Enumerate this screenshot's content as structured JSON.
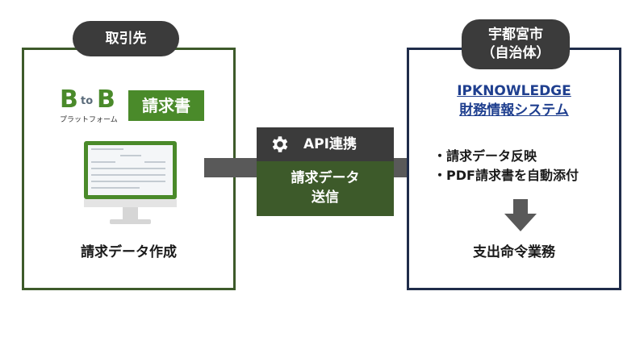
{
  "left_panel": {
    "header": "取引先",
    "logo": {
      "b1": "B",
      "to": "to",
      "b2": "B",
      "subtitle": "プラットフォーム",
      "tag": "請求書"
    },
    "caption": "請求データ作成"
  },
  "connector": {
    "api_label": "API連携",
    "send_line1": "請求データ",
    "send_line2": "送信",
    "icon": "gear-icon"
  },
  "right_panel": {
    "header_line1": "宇都宮市",
    "header_line2": "（自治体）",
    "system_line1": "IPKNOWLEDGE",
    "system_line2": "財務情報システム",
    "features": [
      "・請求データ反映",
      "・PDF請求書を自動添付"
    ],
    "caption": "支出命令業務"
  },
  "colors": {
    "green": "#3d5a2a",
    "logo_green": "#4a8a2a",
    "navy": "#1f2c4a",
    "dark": "#3b3b3b",
    "arrow": "#595959",
    "link_blue": "#1f3f8f"
  }
}
